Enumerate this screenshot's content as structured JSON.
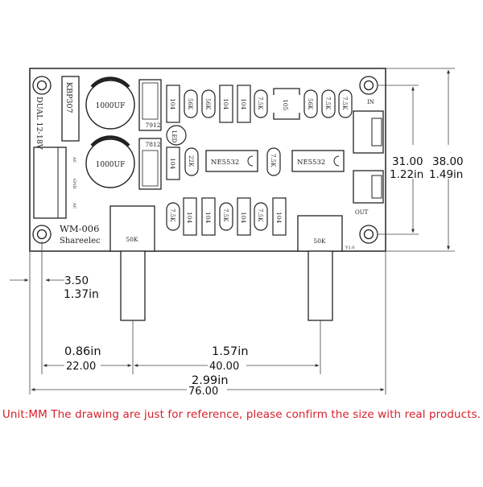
{
  "board": {
    "name": "WM-006",
    "brand": "Shareelec",
    "version": "V1.0",
    "power_label": "DUAL 12-18V",
    "rectifier": "KBP307",
    "terminal_ac1": "AC",
    "terminal_gnd": "GND",
    "terminal_ac2": "AC",
    "cap1": "1000UF",
    "cap2": "1000UF",
    "reg1": "7912",
    "reg2": "7812",
    "led": "LED",
    "ic1": "NE5532",
    "ic2": "NE5532",
    "in_label": "IN",
    "out_label": "OUT",
    "pot1": "50K",
    "pot2": "50K",
    "top_components": [
      "104",
      "56K",
      "56K",
      "104",
      "104",
      "7.5K",
      "105",
      "56K",
      "7.5K",
      "7.5K"
    ],
    "mid_components": [
      "104",
      "22K",
      "7.5K"
    ],
    "bottom_components": [
      "7.5K",
      "104",
      "104",
      "7.5K",
      "104",
      "7.5K",
      "104"
    ]
  },
  "dimensions": {
    "height_mm": "31.00",
    "height_in": "1.22in",
    "total_height_mm": "38.00",
    "total_height_in": "1.49in",
    "hole_mm": "3.50",
    "hole_in": "1.37in",
    "pot1_offset_mm": "22.00",
    "pot1_offset_in": "0.86in",
    "pot_spacing_mm": "40.00",
    "pot_spacing_in": "1.57in",
    "total_width_mm": "76.00",
    "total_width_in": "2.99in"
  },
  "note": "Unit:MM The drawing are just for reference, please confirm the size with real products."
}
